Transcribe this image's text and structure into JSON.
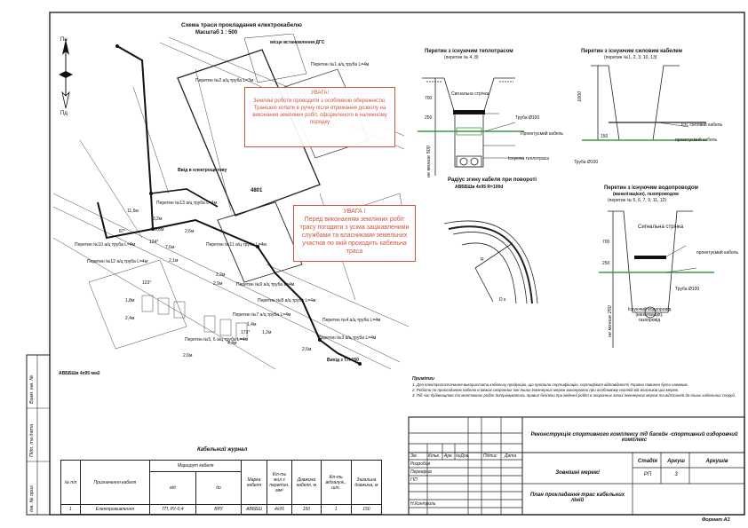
{
  "plan": {
    "title": "Схема траси прокладання електрокабелю",
    "scale": "Масштаб 1 : 500",
    "north": "Пн",
    "south": "Пд",
    "labels": [
      "місце встановлення ДГС",
      "Перетин №1 а/ц труба L=4м",
      "Перетин №2 а/ц труба L=3м",
      "Ввід в електрощитову",
      "Перетин №13 а/ц труба L=4м",
      "Перетин №10 а/ц труба L=4м",
      "Перетин №11 а/ц труба L=4м",
      "Перетин №12 а/ц труба L=4м",
      "Перетин №9 а/ц труба L=4м",
      "Перетин №8 а/ц труба L=4м",
      "Перетин №7 а/ц труба L=4м",
      "Перетин №4 а/ц труба L=4м",
      "Перетин №3 а/ц труба L=4м",
      "Перетин №5, 6 а/ц труба L=4м",
      "Вихід з ТП-150",
      "АВББШв 4х95 мм2"
    ],
    "dims": [
      "11,5м",
      "3,2м",
      "5,8м",
      "2,6м",
      "124°",
      "87°",
      "7,6м",
      "2,2м",
      "2,9м",
      "1,8м",
      "2,4м",
      "1,4м",
      "173°",
      "1,2м",
      "2,6м",
      "2,1м",
      "4,4м",
      "123°",
      "2,6м"
    ],
    "building": "4801"
  },
  "warnings": {
    "w1_title": "УВАГА!",
    "w1_body": "Земляні роботи проводити з особливою обережністю. Траншею копати в ручну після отримання дозволу на виконання земляних робіт, оформленого в належному порядку",
    "w2_title": "УВАГА !",
    "w2_body": "Перед виконанням земляних робіт трасу погодити з усіма зацікавленими службами та власниками земельних участків по якій проходить кабельна траса"
  },
  "sections": {
    "s1_title": "Перетин з існуючим теплотрасом",
    "s1_sub": "(перетин № 4, 8)",
    "s1_labels": [
      "Сигнальна стрічка",
      "Труба Ø100",
      "Проектуємий кабель",
      "Існуюча теплотраса",
      "700",
      "250",
      "не менше 500"
    ],
    "s2_title": "Перетин з існуючим силовим кабелем",
    "s2_sub": "(перетин №1, 2, 3, 10, 13)",
    "s2_labels": [
      "Існ. силовий кабель",
      "проектуємий кабель",
      "Труба Ø100",
      "1000",
      "150"
    ],
    "s3_title": "Радіус згину кабеля при повороті",
    "s3_sub": "АВББШв 4х95 R=100d",
    "s3_labels": [
      "R",
      "D к"
    ],
    "s4_title": "Перетин з існуючим водопроводом",
    "s4_sub": "(каналізацією), газопроводом",
    "s4_sub2": "(перетин № 5, 6, 7, 9, 11, 12)",
    "s4_labels": [
      "Сигнальна стрічка",
      "проектуємий кабель",
      "Труба Ø100",
      "Існуючий водопровід (каналізація), газопровід",
      "700",
      "250",
      "не менше 250"
    ]
  },
  "notes": {
    "head": "Примітки",
    "lines": [
      "1.   Для електропостачання використати кабельну продукцію, що пройшла сертифікацію, сертифікат відповідності України повинен бути наявним.",
      "2.   Роботи по прокладанню кабелю в межах охоронних зон інших інженерних мереж виконувати при особливому нагляді від власників цих мереж.",
      "3.   Під час будівництва та монтажних робіт дотримуватись правил безпеки при веденні робіт в охоронних зонах інженерних мереж та відстаней до інших кабельних споруд."
    ]
  },
  "journal": {
    "title": "Кабельний журнал",
    "headers": {
      "num": "№ п/п",
      "purpose": "Призначення кабеля",
      "route": "Маршрут кабеля",
      "from": "від",
      "to": "до",
      "mark": "Марка кабеля",
      "cores": "Кіл-ть жил х перетин, мм²",
      "length": "Довжина кабеля, м",
      "points": "Кіл-ть відгалуж., шт.",
      "total": "Загальна довжина, м"
    },
    "rows": [
      {
        "num": "1",
        "purpose": "Електроживлення",
        "from": "ТП, РУ-0,4",
        "to": "ВРУ",
        "mark": "АВББШ",
        "cores": "4х95",
        "length": "150",
        "points": "1",
        "total": "150"
      }
    ]
  },
  "titleblock": {
    "project": "Реконструкція спортивного комплексу під басейн -спортивний оздоровчий комплекс",
    "sheet_name": "Зовнішні мережі",
    "drawing": "План прокладання трас кабельних ліній",
    "stage_h": "Стадія",
    "sheet_h": "Аркуш",
    "sheets_h": "Аркушів",
    "stage": "РП",
    "sheet": "3",
    "sheets": "",
    "cols": [
      "Зм.",
      "Кільк.",
      "Арк.",
      "№Док.",
      "Підпис",
      "Дата"
    ],
    "roles": [
      "Розробив",
      "Перевірив",
      "ГІП",
      "",
      "Н.Контроль"
    ],
    "format": "Формат А3"
  },
  "side": {
    "labels": [
      "Інв. № ориг.",
      "Підп. та дата",
      "Взам. інв. №"
    ]
  }
}
